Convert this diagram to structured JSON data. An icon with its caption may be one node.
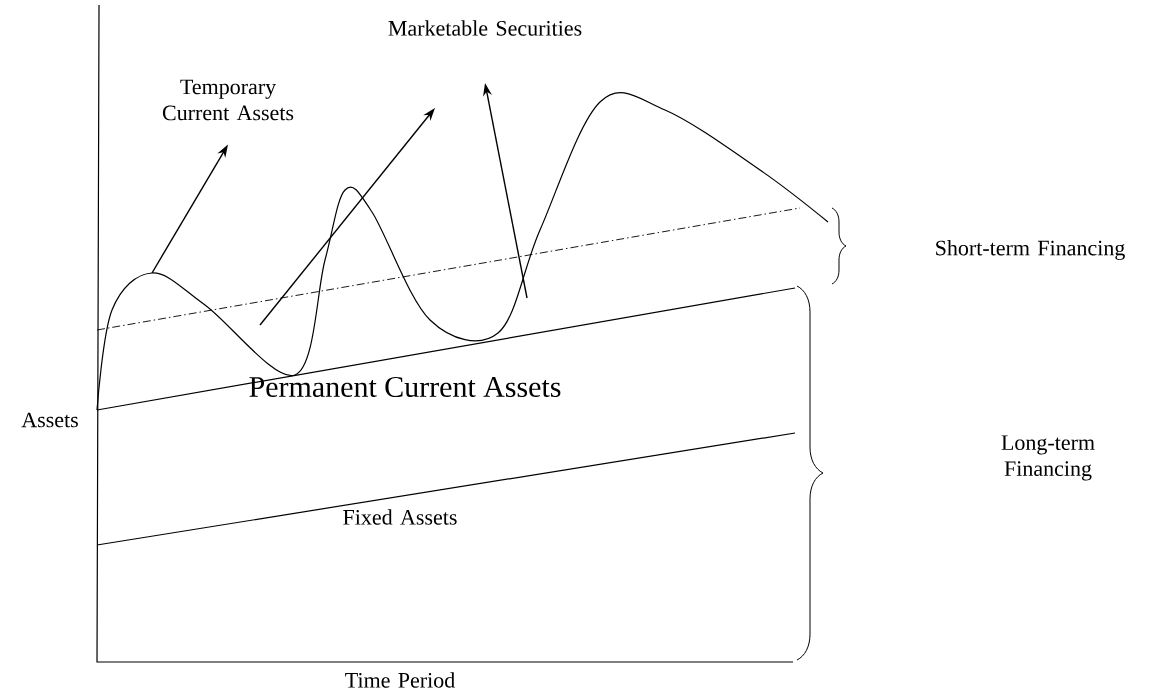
{
  "diagram": {
    "nodes": [
      {
        "text": [
          "Temporary Current Assets"
        ]
      },
      {
        "text": [
          "Marketable Securities"
        ]
      }
    ],
    "edges": [
      {
        "from": null,
        "to": 0,
        "arrow": "to"
      },
      {
        "from": null,
        "to": 1,
        "arrow": "to"
      },
      {
        "from": null,
        "to": 1,
        "arrow": "to"
      }
    ],
    "labels": [
      "Short-term Financing",
      "Assets",
      "Permanent Current Assets",
      "Long-term Financing",
      "Fixed Assets",
      "Time Period"
    ]
  }
}
